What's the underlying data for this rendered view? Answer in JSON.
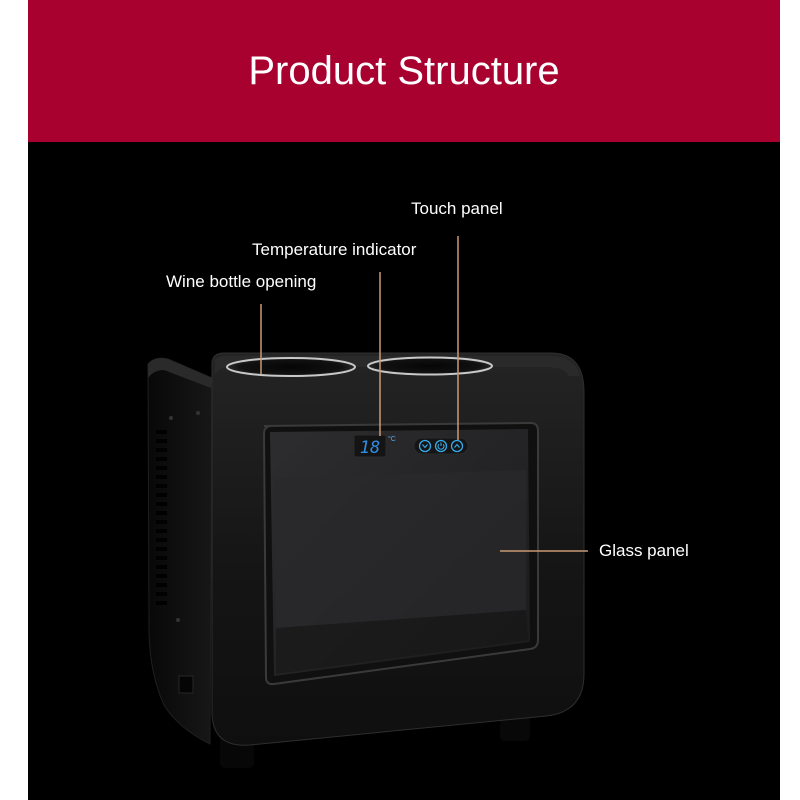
{
  "header": {
    "title": "Product Structure"
  },
  "display": {
    "temperature": "18",
    "unit": "°C"
  },
  "callouts": {
    "touch_panel": "Touch panel",
    "temperature_indicator": "Temperature indicator",
    "wine_bottle_opening": "Wine bottle opening",
    "glass_panel": "Glass panel"
  },
  "colors": {
    "header_background": "#a8002f",
    "page_background": "#000000",
    "leader_line": "#c99a74",
    "display_digits": "#2f8fe6",
    "touch_buttons": "#36a9e8"
  },
  "icons": {
    "down_button": "chevron-down-icon",
    "power_button": "power-icon",
    "up_button": "chevron-up-icon"
  }
}
